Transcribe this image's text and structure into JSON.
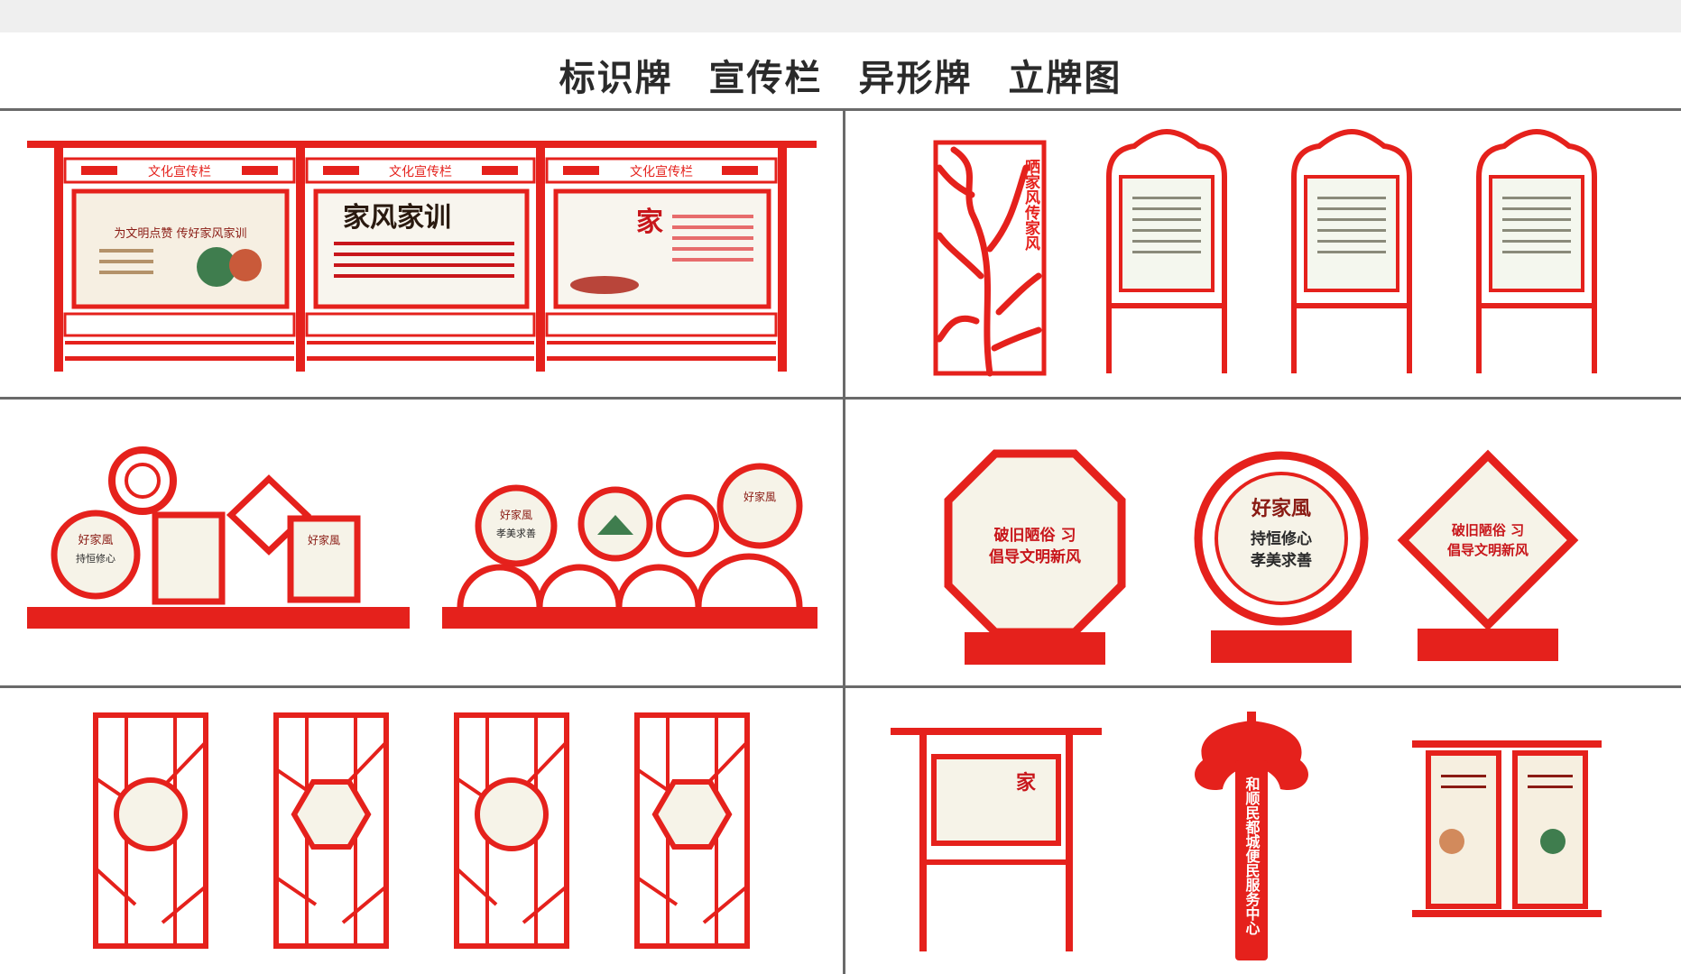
{
  "page": {
    "titles": [
      "标识牌",
      "宣传栏",
      "异形牌",
      "立牌图"
    ]
  },
  "colors": {
    "red": "#e5211c",
    "dark_red": "#c8161b",
    "border": "#6a6a6a",
    "panel_bg": "#fdfbf4"
  },
  "signs": {
    "gallery_header": "文化宣传栏",
    "gallery_slogan": "为文明点赞 传好家风家训",
    "gallery_family": "家风家训",
    "gallery_home": "家",
    "tree_text": "晒家风传家风",
    "round_brand": "好家風",
    "round_slogan_1": "持恒修心",
    "round_slogan_2": "孝美求善",
    "octagon_line_1": "破旧陋俗 习",
    "octagon_line_2": "倡导文明新风",
    "knot_text": "和顺民都城便民服务中心"
  }
}
